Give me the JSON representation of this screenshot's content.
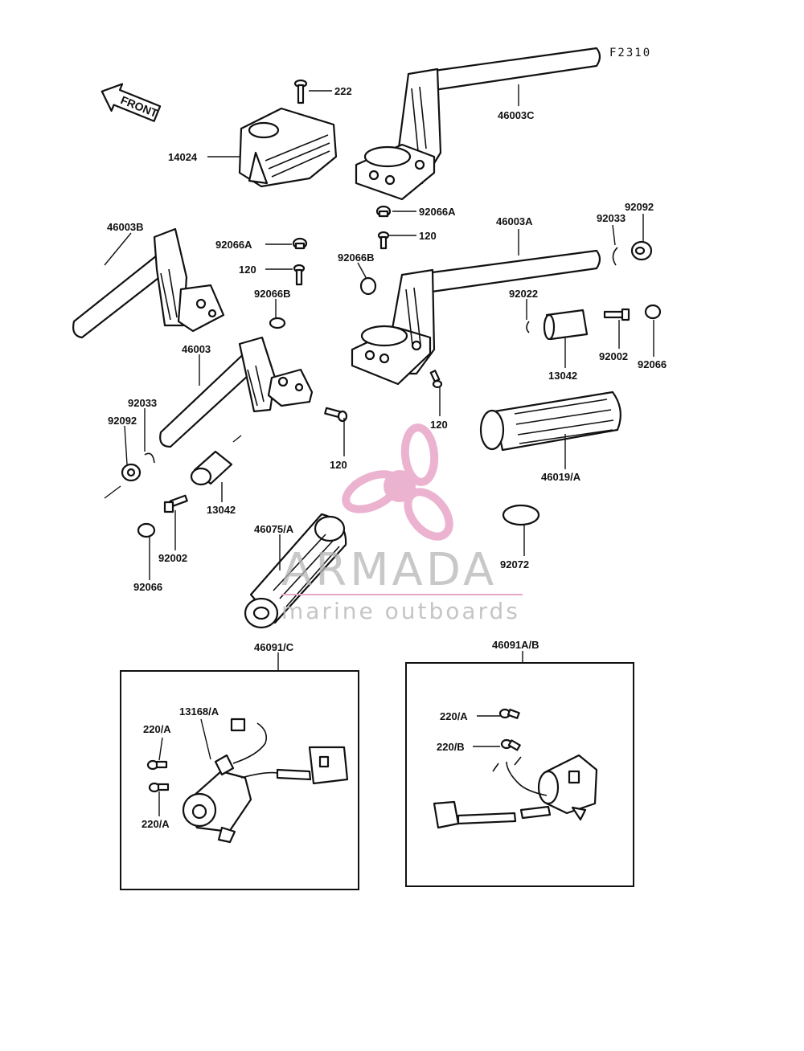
{
  "reference": "F2310",
  "front_label": "FRONT",
  "watermark": {
    "brand": "ARMADA",
    "tagline": "marine outboards",
    "logo_color": "#e8a6c8"
  },
  "groups": {
    "left_switch": "46091/C",
    "right_switch": "46091A/B"
  },
  "labels": {
    "l222": "222",
    "l46003C": "46003C",
    "l14024": "14024",
    "l92066A_top": "92066A",
    "l46003A": "46003A",
    "l92033_r": "92033",
    "l92092_r": "92092",
    "l46003B": "46003B",
    "l92066A_l": "92066A",
    "l120_a": "120",
    "l120_b": "120",
    "l92066B_r": "92066B",
    "l92066B_l": "92066B",
    "l92022": "92022",
    "l46003": "46003",
    "l92002_r": "92002",
    "l92066_r": "92066",
    "l13042_r": "13042",
    "l92033_l": "92033",
    "l92092_l": "92092",
    "l120_c": "120",
    "l120_d": "120",
    "l46019A": "46019/A",
    "l13042_l": "13042",
    "l46075A": "46075/A",
    "l92072": "92072",
    "l92002_l": "92002",
    "l92066_l": "92066",
    "l13168A": "13168/A",
    "l220A_1": "220/A",
    "l220A_2": "220/A",
    "l220A_3": "220/A",
    "l220B": "220/B"
  }
}
